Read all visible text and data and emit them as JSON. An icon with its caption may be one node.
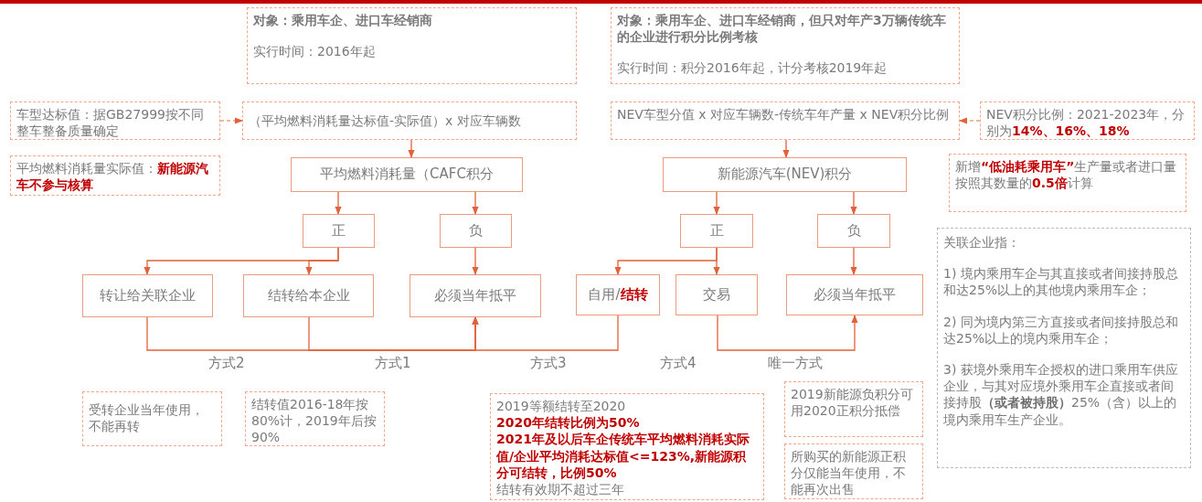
{
  "diagram": {
    "nodes": [
      {
        "text": [
          "对象：乘用车企、进口车经销商",
          "实行时间：2016年起"
        ]
      },
      {
        "text": [
          "对象：乘用车企、进口车经销商，但只对年产3万辆传统车的企业进行积分比例考核",
          "实行时间：积分2016年起，计分考核2019年起"
        ]
      },
      {
        "text": [
          "车型达标值：据GB27999按不同整车整备质量确定"
        ]
      },
      {
        "text": [
          "（平均燃料消耗量达标值-实际值）x 对应车辆数"
        ]
      },
      {
        "text": [
          "平均燃料消耗量实际值：**新能源汽车不参与核算**"
        ]
      },
      {
        "text": [
          "平均燃料消耗量（CAFC积分"
        ]
      },
      {
        "text": [
          "正"
        ]
      },
      {
        "text": [
          "负"
        ]
      },
      {
        "text": [
          "转让给关联企业"
        ]
      },
      {
        "text": [
          "结转给本企业"
        ]
      },
      {
        "text": [
          "必须当年抵平"
        ]
      },
      {
        "text": [
          "NEV车型分值 x 对应车辆数-传统车年产量 x NEV积分比例"
        ]
      },
      {
        "text": [
          "NEV积分比例：2021-2023年，分别为**14%、16%、18%**"
        ]
      },
      {
        "text": [
          "新能源汽车(NEV)积分"
        ]
      },
      {
        "text": [
          "新增**“低油耗乘用车”**生产量或者进口量按照其数量的**0.5倍**计算"
        ]
      },
      {
        "text": [
          "正"
        ]
      },
      {
        "text": [
          "负"
        ]
      },
      {
        "text": [
          "自用/**结转**"
        ]
      },
      {
        "text": [
          "交易"
        ]
      },
      {
        "text": [
          "必须当年抵平"
        ]
      },
      {
        "text": [
          "受转企业当年使用，不能再转"
        ]
      },
      {
        "text": [
          "结转值2016-18年按80%计，2019年后按90%"
        ]
      },
      {
        "text": [
          "2019等额结转至2020",
          "2020年结转比例为50%",
          "2021年及以后车企传统车平均燃料消耗实际值/企业平均消耗达标值<=123%,新能源积分可结转，比例50%",
          "结转有效期不超过三年"
        ]
      },
      {
        "text": [
          "2019新能源负积分可用2020正积分抵偿"
        ]
      },
      {
        "text": [
          "所购买的新能源正积分仅能当年使用，不能再次出售"
        ]
      },
      {
        "text": [
          "关联企业指：",
          "1) 境内乘用车企与其直接或者间接持股总和达25%以上的其他境内乘用车企；",
          "2) 同为境内第三方直接或者间接持股总和达25%以上的境内乘用车企；",
          "3) 获境外乘用车企授权的进口乘用车供应企业，与其对应境外乘用车企直接或者间接持股**（或者被持股）**25%（含）以上的境内乘用车生产企业。"
        ]
      }
    ],
    "edges": [
      {
        "from": 2,
        "to": 3,
        "arrow": "to",
        "style": "dashed"
      },
      {
        "from": 12,
        "to": 11,
        "arrow": "to",
        "style": "dashed"
      },
      {
        "from": 3,
        "to": 5,
        "arrow": "to"
      },
      {
        "from": 11,
        "to": 13,
        "arrow": "to"
      },
      {
        "from": 5,
        "to": 6,
        "arrow": "to"
      },
      {
        "from": 5,
        "to": 7,
        "arrow": "to"
      },
      {
        "from": 13,
        "to": 15,
        "arrow": "to"
      },
      {
        "from": 13,
        "to": 16,
        "arrow": "to"
      },
      {
        "from": 6,
        "to": 8,
        "arrow": "to"
      },
      {
        "from": 6,
        "to": 9,
        "arrow": "to"
      },
      {
        "from": 7,
        "to": 10,
        "arrow": "to"
      },
      {
        "from": 15,
        "to": 17,
        "arrow": "to"
      },
      {
        "from": 15,
        "to": 18,
        "arrow": "to"
      },
      {
        "from": 16,
        "to": 19,
        "arrow": "to"
      },
      {
        "from": 8,
        "to": 10,
        "arrow": "to"
      },
      {
        "from": 9,
        "to": 10,
        "arrow": "to"
      },
      {
        "from": 17,
        "to": 10,
        "arrow": "to"
      },
      {
        "from": 18,
        "to": 19,
        "arrow": "to"
      }
    ],
    "labels": [
      "方式2",
      "方式1",
      "方式3",
      "方式4",
      "唯一方式"
    ]
  }
}
